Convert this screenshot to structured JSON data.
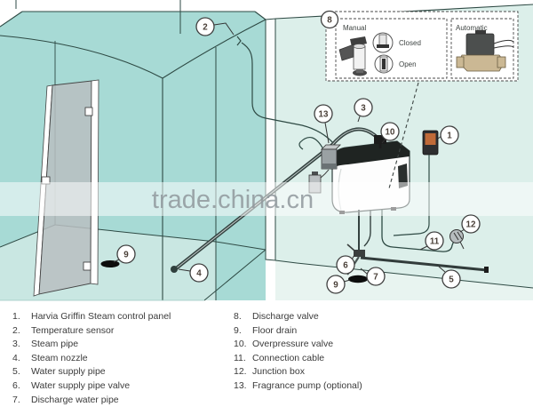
{
  "watermark": {
    "text": "trade.china.cn"
  },
  "inset": {
    "number": "8",
    "manual_label": "Manual",
    "automatic_label": "Automatic",
    "closed_label": "Closed",
    "open_label": "Open"
  },
  "callouts": {
    "c1": "1",
    "c2": "2",
    "c3": "3",
    "c4": "4",
    "c5": "5",
    "c6": "6",
    "c7": "7",
    "c8": "8",
    "c9a": "9",
    "c9b": "9",
    "c10": "10",
    "c11": "11",
    "c12": "12",
    "c13": "13"
  },
  "legend": {
    "left": [
      {
        "num": "1.",
        "text": "Harvia Griffin Steam control panel"
      },
      {
        "num": "2.",
        "text": "Temperature sensor"
      },
      {
        "num": "3.",
        "text": "Steam pipe"
      },
      {
        "num": "4.",
        "text": "Steam nozzle"
      },
      {
        "num": "5.",
        "text": "Water supply pipe"
      },
      {
        "num": "6.",
        "text": "Water supply pipe valve"
      },
      {
        "num": "7.",
        "text": "Discharge water pipe"
      }
    ],
    "right": [
      {
        "num": "8.",
        "text": "Discharge valve"
      },
      {
        "num": "9.",
        "text": "Floor drain"
      },
      {
        "num": "10.",
        "text": "Overpressure valve"
      },
      {
        "num": "11.",
        "text": "Connection cable"
      },
      {
        "num": "12.",
        "text": "Junction box"
      },
      {
        "num": "13.",
        "text": "Fragrance pump (optional)"
      }
    ]
  },
  "colors": {
    "wall_teal": "#a7dad5",
    "floor_teal": "#c9e7e2",
    "exterior_teal": "#dcefea",
    "line_dark": "#2e4a44",
    "panel_screen_orange": "#c06a38",
    "valve_brass": "#cbb894"
  }
}
